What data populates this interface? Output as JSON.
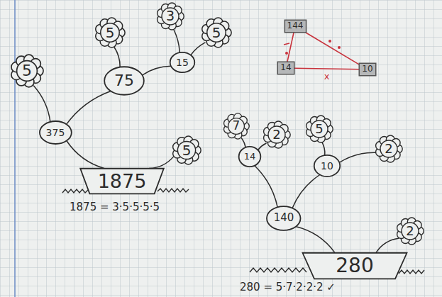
{
  "diagram": {
    "nodes": [
      {
        "text": [
          "3"
        ]
      },
      {
        "text": [
          "5"
        ]
      },
      {
        "text": [
          "5"
        ]
      },
      {
        "text": [
          "15"
        ]
      },
      {
        "text": [
          "75"
        ]
      },
      {
        "text": [
          "5"
        ]
      },
      {
        "text": [
          "375"
        ]
      },
      {
        "text": [
          "5"
        ]
      },
      {
        "text": [
          "1875"
        ]
      },
      {
        "text": [
          "144"
        ]
      },
      {
        "text": [
          "14"
        ]
      },
      {
        "text": [
          "10"
        ]
      },
      {
        "text": [
          "7"
        ]
      },
      {
        "text": [
          "2"
        ]
      },
      {
        "text": [
          "5"
        ]
      },
      {
        "text": [
          "2"
        ]
      },
      {
        "text": [
          "14"
        ]
      },
      {
        "text": [
          "10"
        ]
      },
      {
        "text": [
          "140"
        ]
      },
      {
        "text": [
          "2"
        ]
      },
      {
        "text": [
          "280"
        ]
      }
    ],
    "edges": [
      {
        "from": 8,
        "to": 6,
        "arrow": "none"
      },
      {
        "from": 8,
        "to": 7,
        "arrow": "none"
      },
      {
        "from": 6,
        "to": 5,
        "arrow": "none"
      },
      {
        "from": 6,
        "to": 4,
        "arrow": "none"
      },
      {
        "from": 4,
        "to": 1,
        "arrow": "none"
      },
      {
        "from": 4,
        "to": 3,
        "arrow": "none"
      },
      {
        "from": 3,
        "to": 0,
        "arrow": "none"
      },
      {
        "from": 3,
        "to": 2,
        "arrow": "none"
      },
      {
        "from": 20,
        "to": 18,
        "arrow": "none"
      },
      {
        "from": 20,
        "to": 19,
        "arrow": "none"
      },
      {
        "from": 18,
        "to": 16,
        "arrow": "none"
      },
      {
        "from": 18,
        "to": 17,
        "arrow": "none"
      },
      {
        "from": 16,
        "to": 12,
        "arrow": "none"
      },
      {
        "from": 16,
        "to": 13,
        "arrow": "none"
      },
      {
        "from": 17,
        "to": 14,
        "arrow": "none"
      },
      {
        "from": 17,
        "to": 15,
        "arrow": "none"
      },
      {
        "from": 9,
        "to": 10,
        "arrow": "none"
      },
      {
        "from": 9,
        "to": 11,
        "arrow": "none"
      },
      {
        "from": 10,
        "to": 11,
        "label": "x",
        "arrow": "none"
      }
    ],
    "labels": [
      "1875 = 3·5·5·5·5",
      "280 = 5·7·2·2·2 ✓"
    ]
  }
}
